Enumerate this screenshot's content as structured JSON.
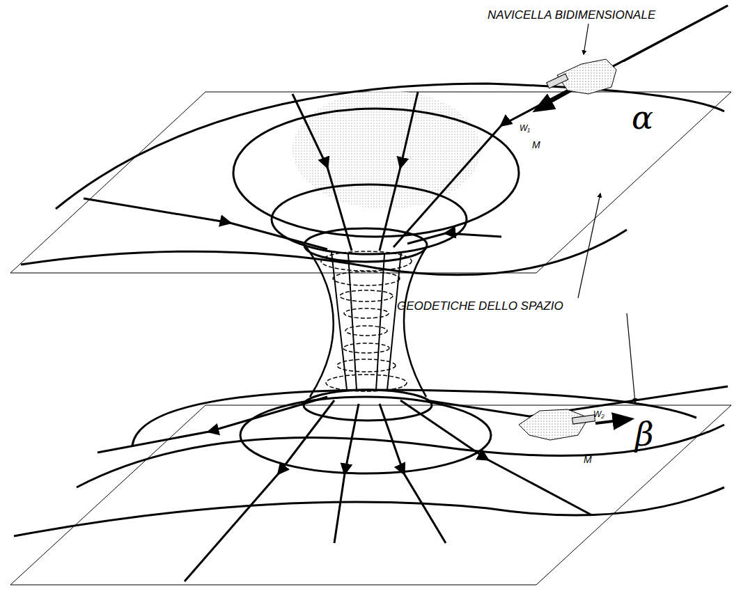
{
  "diagram": {
    "labels": [
      "NAVICELLA BIDIMENSIONALE",
      "W₁",
      "M",
      "α",
      "GEODETICHE DELLO SPAZIO",
      "W₂",
      "β",
      "M"
    ]
  }
}
